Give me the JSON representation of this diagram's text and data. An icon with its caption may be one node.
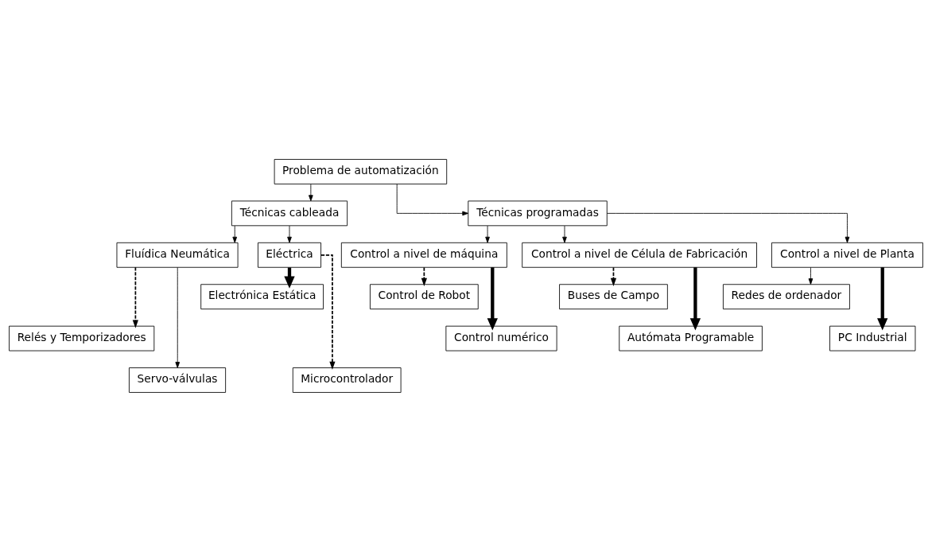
{
  "diagram": {
    "nodes": [
      {
        "text": [
          "Problema de automatización"
        ]
      },
      {
        "text": [
          "Técnicas cableada"
        ]
      },
      {
        "text": [
          "Técnicas programadas"
        ]
      },
      {
        "text": [
          "Fluídica Neumática"
        ]
      },
      {
        "text": [
          "Eléctrica"
        ]
      },
      {
        "text": [
          "Control a nivel de máquina"
        ]
      },
      {
        "text": [
          "Control a nivel de Célula de Fabricación"
        ]
      },
      {
        "text": [
          "Control a nivel de Planta"
        ]
      },
      {
        "text": [
          "Electrónica Estática"
        ]
      },
      {
        "text": [
          "Control de Robot"
        ]
      },
      {
        "text": [
          "Buses de Campo"
        ]
      },
      {
        "text": [
          "Redes de ordenador"
        ]
      },
      {
        "text": [
          "Relés y Temporizadores"
        ]
      },
      {
        "text": [
          "Control numérico"
        ]
      },
      {
        "text": [
          "Autómata Programable"
        ]
      },
      {
        "text": [
          "PC Industrial"
        ]
      },
      {
        "text": [
          "Servo-válvulas"
        ]
      },
      {
        "text": [
          "Microcontrolador"
        ]
      }
    ],
    "edges": [
      {
        "from": 0,
        "to": 1,
        "arrow": "to"
      },
      {
        "from": 0,
        "to": 2,
        "arrow": "to"
      },
      {
        "from": 1,
        "to": 3,
        "arrow": "to"
      },
      {
        "from": 1,
        "to": 4,
        "arrow": "to"
      },
      {
        "from": 2,
        "to": 5,
        "arrow": "to"
      },
      {
        "from": 2,
        "to": 6,
        "arrow": "to"
      },
      {
        "from": 2,
        "to": 7,
        "arrow": "to"
      },
      {
        "from": 3,
        "to": 16,
        "arrow": "to"
      },
      {
        "from": 3,
        "to": 12,
        "arrow": "to",
        "style": "dashed"
      },
      {
        "from": 4,
        "to": 8,
        "arrow": "to",
        "style": "thick"
      },
      {
        "from": 4,
        "to": 17,
        "arrow": "to",
        "style": "dashed"
      },
      {
        "from": 5,
        "to": 13,
        "arrow": "to",
        "style": "thick"
      },
      {
        "from": 5,
        "to": 9,
        "arrow": "to",
        "style": "dashed"
      },
      {
        "from": 6,
        "to": 14,
        "arrow": "to",
        "style": "thick"
      },
      {
        "from": 6,
        "to": 10,
        "arrow": "to",
        "style": "dashed"
      },
      {
        "from": 7,
        "to": 15,
        "arrow": "to",
        "style": "thick"
      },
      {
        "from": 7,
        "to": 11,
        "arrow": "to"
      }
    ]
  }
}
